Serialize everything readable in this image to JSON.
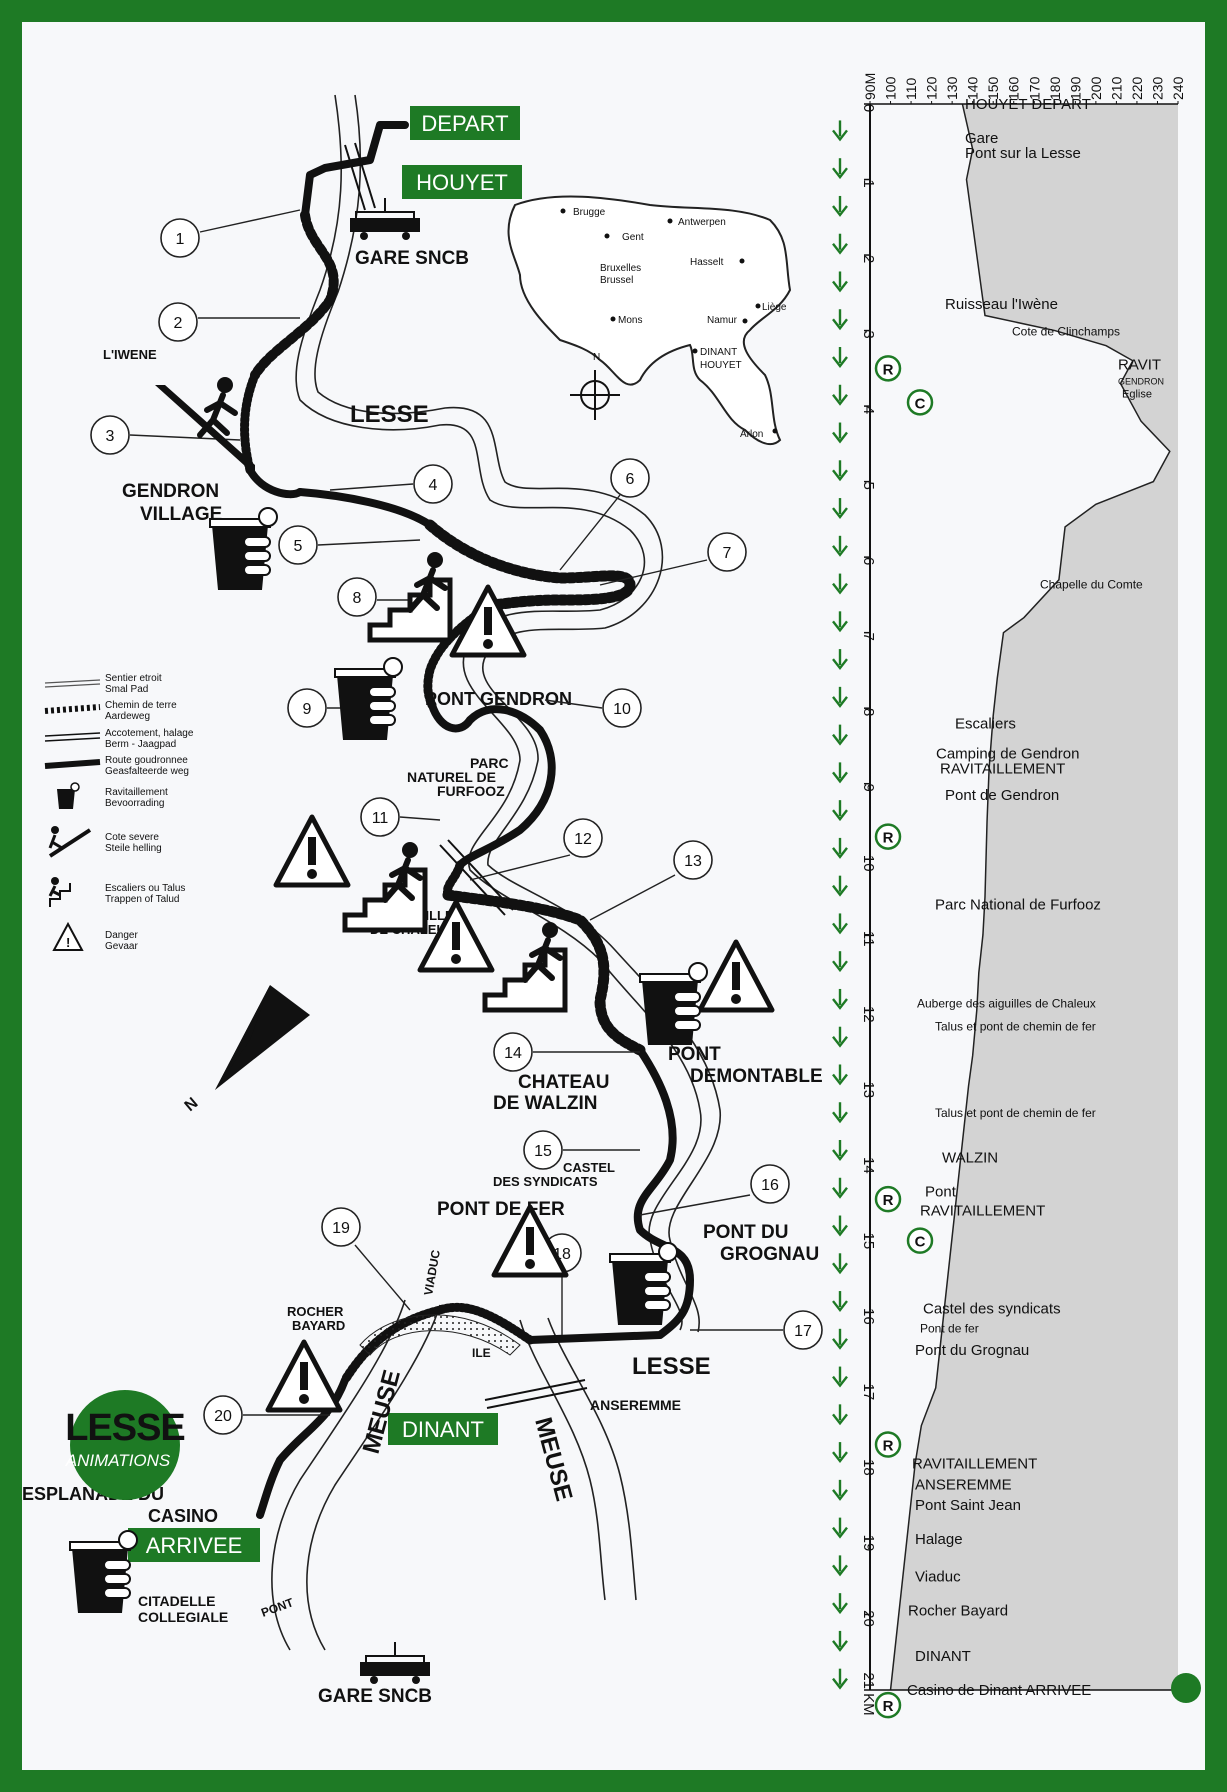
{
  "colors": {
    "frame": "#1e7a25",
    "label_bg": "#1e7a25",
    "label_text": "#ffffff",
    "ink": "#111111",
    "profile_fill": "#d3d3d3"
  },
  "route_labels": {
    "depart": "DEPART",
    "houyet": "HOUYET",
    "dinant": "DINANT",
    "arrivee": "ARRIVEE"
  },
  "map_labels": [
    {
      "id": "gare-houyet",
      "text": "GARE SNCB"
    },
    {
      "id": "iwene",
      "text": "L'IWENE"
    },
    {
      "id": "lesse-1",
      "text": "LESSE"
    },
    {
      "id": "gendron-village-1",
      "text": "GENDRON"
    },
    {
      "id": "gendron-village-2",
      "text": "VILLAGE"
    },
    {
      "id": "pont-gendron",
      "text": "PONT GENDRON"
    },
    {
      "id": "parc-1",
      "text": "PARC"
    },
    {
      "id": "parc-2",
      "text": "NATUREL DE"
    },
    {
      "id": "parc-3",
      "text": "FURFOOZ"
    },
    {
      "id": "aiguilles-1",
      "text": "AIGUILLES"
    },
    {
      "id": "aiguilles-2",
      "text": "DE CHALEUX"
    },
    {
      "id": "pont-demontable-1",
      "text": "PONT"
    },
    {
      "id": "pont-demontable-2",
      "text": "DEMONTABLE"
    },
    {
      "id": "chateau-1",
      "text": "CHATEAU"
    },
    {
      "id": "chateau-2",
      "text": "DE WALZIN"
    },
    {
      "id": "castel-1",
      "text": "CASTEL"
    },
    {
      "id": "castel-2",
      "text": "DES SYNDICATS"
    },
    {
      "id": "pont-de-fer",
      "text": "PONT DE FER"
    },
    {
      "id": "grognau-1",
      "text": "PONT DU"
    },
    {
      "id": "grognau-2",
      "text": "GROGNAU"
    },
    {
      "id": "rocher-1",
      "text": "ROCHER"
    },
    {
      "id": "rocher-2",
      "text": "BAYARD"
    },
    {
      "id": "viaduc",
      "text": "VIADUC"
    },
    {
      "id": "ile",
      "text": "ILE"
    },
    {
      "id": "lesse-2",
      "text": "LESSE"
    },
    {
      "id": "anseremme",
      "text": "ANSEREMME"
    },
    {
      "id": "meuse-1",
      "text": "MEUSE"
    },
    {
      "id": "meuse-2",
      "text": "MEUSE"
    },
    {
      "id": "esplanade-1",
      "text": "ESPLANADE DU"
    },
    {
      "id": "esplanade-2",
      "text": "CASINO"
    },
    {
      "id": "citadelle",
      "text": "CITADELLE"
    },
    {
      "id": "collegiale",
      "text": "COLLEGIALE"
    },
    {
      "id": "pont",
      "text": "PONT"
    },
    {
      "id": "gare-dinant",
      "text": "GARE SNCB"
    },
    {
      "id": "north",
      "text": "N"
    }
  ],
  "logo": {
    "line1": "LESSE",
    "line2": "ANIMATIONS"
  },
  "checkpoints": [
    "1",
    "2",
    "3",
    "4",
    "5",
    "6",
    "7",
    "8",
    "9",
    "10",
    "11",
    "12",
    "13",
    "14",
    "15",
    "16",
    "17",
    "18",
    "19",
    "20"
  ],
  "inset_map": {
    "north": "N",
    "cities": [
      "Brugge",
      "Antwerpen",
      "Gent",
      "Bruxelles",
      "Brussel",
      "Hasselt",
      "Liège",
      "Mons",
      "Namur",
      "DINANT",
      "HOUYET",
      "Arlon"
    ]
  },
  "legend": [
    {
      "id": "sentier",
      "line1": "Sentier etroit",
      "line2": "Smal Pad"
    },
    {
      "id": "chemin",
      "line1": "Chemin de terre",
      "line2": "Aardeweg"
    },
    {
      "id": "accotement",
      "line1": "Accotement, halage",
      "line2": "Berm - Jaagpad"
    },
    {
      "id": "route",
      "line1": "Route goudronnee",
      "line2": "Geasfalteerde weg"
    },
    {
      "id": "ravitaillement",
      "line1": "Ravitaillement",
      "line2": "Bevoorrading"
    },
    {
      "id": "cote",
      "line1": "Cote severe",
      "line2": "Steile helling"
    },
    {
      "id": "escaliers",
      "line1": "Escaliers ou Talus",
      "line2": "Trappen of Talud"
    },
    {
      "id": "danger",
      "line1": "Danger",
      "line2": "Gevaar"
    }
  ],
  "chart_data": {
    "type": "area",
    "elevation_ticks": [
      "90M",
      "100",
      "110",
      "120",
      "130",
      "140",
      "150",
      "160",
      "170",
      "180",
      "190",
      "200",
      "210",
      "220",
      "230",
      "240"
    ],
    "km_ticks": [
      "0",
      "1",
      "2",
      "3",
      "4",
      "5",
      "6",
      "7",
      "8",
      "9",
      "10",
      "11",
      "12",
      "13",
      "14",
      "15",
      "16",
      "17",
      "18",
      "19",
      "20",
      "21 KM"
    ],
    "xlim": [
      90,
      240
    ],
    "ylim": [
      0,
      21
    ],
    "profile": [
      [
        0,
        135
      ],
      [
        0.6,
        140
      ],
      [
        1,
        137
      ],
      [
        2,
        142
      ],
      [
        2.8,
        146
      ],
      [
        3,
        180
      ],
      [
        3.2,
        205
      ],
      [
        3.4,
        218
      ],
      [
        3.7,
        212
      ],
      [
        4.2,
        222
      ],
      [
        4.6,
        236
      ],
      [
        5,
        228
      ],
      [
        5.3,
        200
      ],
      [
        5.6,
        185
      ],
      [
        6.3,
        182
      ],
      [
        6.8,
        165
      ],
      [
        7.0,
        155
      ],
      [
        7.6,
        152
      ],
      [
        8.1,
        150
      ],
      [
        8.8,
        148
      ],
      [
        9.5,
        147
      ],
      [
        10.5,
        146
      ],
      [
        11.0,
        145
      ],
      [
        11.5,
        143
      ],
      [
        12.0,
        142
      ],
      [
        12.6,
        140
      ],
      [
        13.0,
        138
      ],
      [
        13.5,
        136
      ],
      [
        14.0,
        134
      ],
      [
        14.5,
        132
      ],
      [
        15.0,
        130
      ],
      [
        15.5,
        128
      ],
      [
        16.0,
        126
      ],
      [
        16.5,
        124
      ],
      [
        17.0,
        122
      ],
      [
        17.5,
        115
      ],
      [
        18.0,
        112
      ],
      [
        18.5,
        110
      ],
      [
        19.0,
        108
      ],
      [
        19.5,
        106
      ],
      [
        20.0,
        104
      ],
      [
        20.5,
        102
      ],
      [
        21,
        100
      ]
    ],
    "annotations": [
      {
        "km": 0,
        "text": "HOUYET  DEPART"
      },
      {
        "km": 0.45,
        "text": "Gare"
      },
      {
        "km": 0.65,
        "text": "Pont sur la Lesse"
      },
      {
        "km": 2.65,
        "text": "Ruisseau l'Iwène"
      },
      {
        "km": 3.0,
        "text": "Cote de Clinchamps"
      },
      {
        "km": 3.45,
        "text": "RAVIT"
      },
      {
        "km": 3.65,
        "text": "GENDRON"
      },
      {
        "km": 3.82,
        "text": "Eglise"
      },
      {
        "km": 6.35,
        "text": "Chapelle du Comte"
      },
      {
        "km": 8.2,
        "text": "Escaliers"
      },
      {
        "km": 8.6,
        "text": "Camping de Gendron"
      },
      {
        "km": 8.8,
        "text": "RAVITAILLEMENT"
      },
      {
        "km": 9.15,
        "text": "Pont de Gendron"
      },
      {
        "km": 10.6,
        "text": "Parc National de Furfooz"
      },
      {
        "km": 11.9,
        "text": "Auberge des aiguilles de Chaleux"
      },
      {
        "km": 12.2,
        "text": "Talus et pont de chemin de fer"
      },
      {
        "km": 13.35,
        "text": "Talus et pont de chemin de fer"
      },
      {
        "km": 13.95,
        "text": "WALZIN"
      },
      {
        "km": 14.4,
        "text": "Pont"
      },
      {
        "km": 14.65,
        "text": "RAVITAILLEMENT"
      },
      {
        "km": 15.95,
        "text": "Castel des syndicats"
      },
      {
        "km": 16.2,
        "text": "Pont de fer"
      },
      {
        "km": 16.5,
        "text": "Pont du Grognau"
      },
      {
        "km": 18.0,
        "text": "RAVITAILLEMENT"
      },
      {
        "km": 18.28,
        "text": "ANSEREMME"
      },
      {
        "km": 18.55,
        "text": "Pont Saint  Jean"
      },
      {
        "km": 19.0,
        "text": "Halage"
      },
      {
        "km": 19.5,
        "text": "Viaduc"
      },
      {
        "km": 19.95,
        "text": "Rocher Bayard"
      },
      {
        "km": 20.55,
        "text": "DINANT"
      },
      {
        "km": 21.0,
        "text": "Casino de Dinant   ARRIVEE"
      }
    ],
    "markers": [
      {
        "km": 3.5,
        "type": "R"
      },
      {
        "km": 3.95,
        "type": "C"
      },
      {
        "km": 9.7,
        "type": "R"
      },
      {
        "km": 14.5,
        "type": "R"
      },
      {
        "km": 15.05,
        "type": "C"
      },
      {
        "km": 17.75,
        "type": "R"
      },
      {
        "km": 21.2,
        "type": "R"
      }
    ]
  }
}
